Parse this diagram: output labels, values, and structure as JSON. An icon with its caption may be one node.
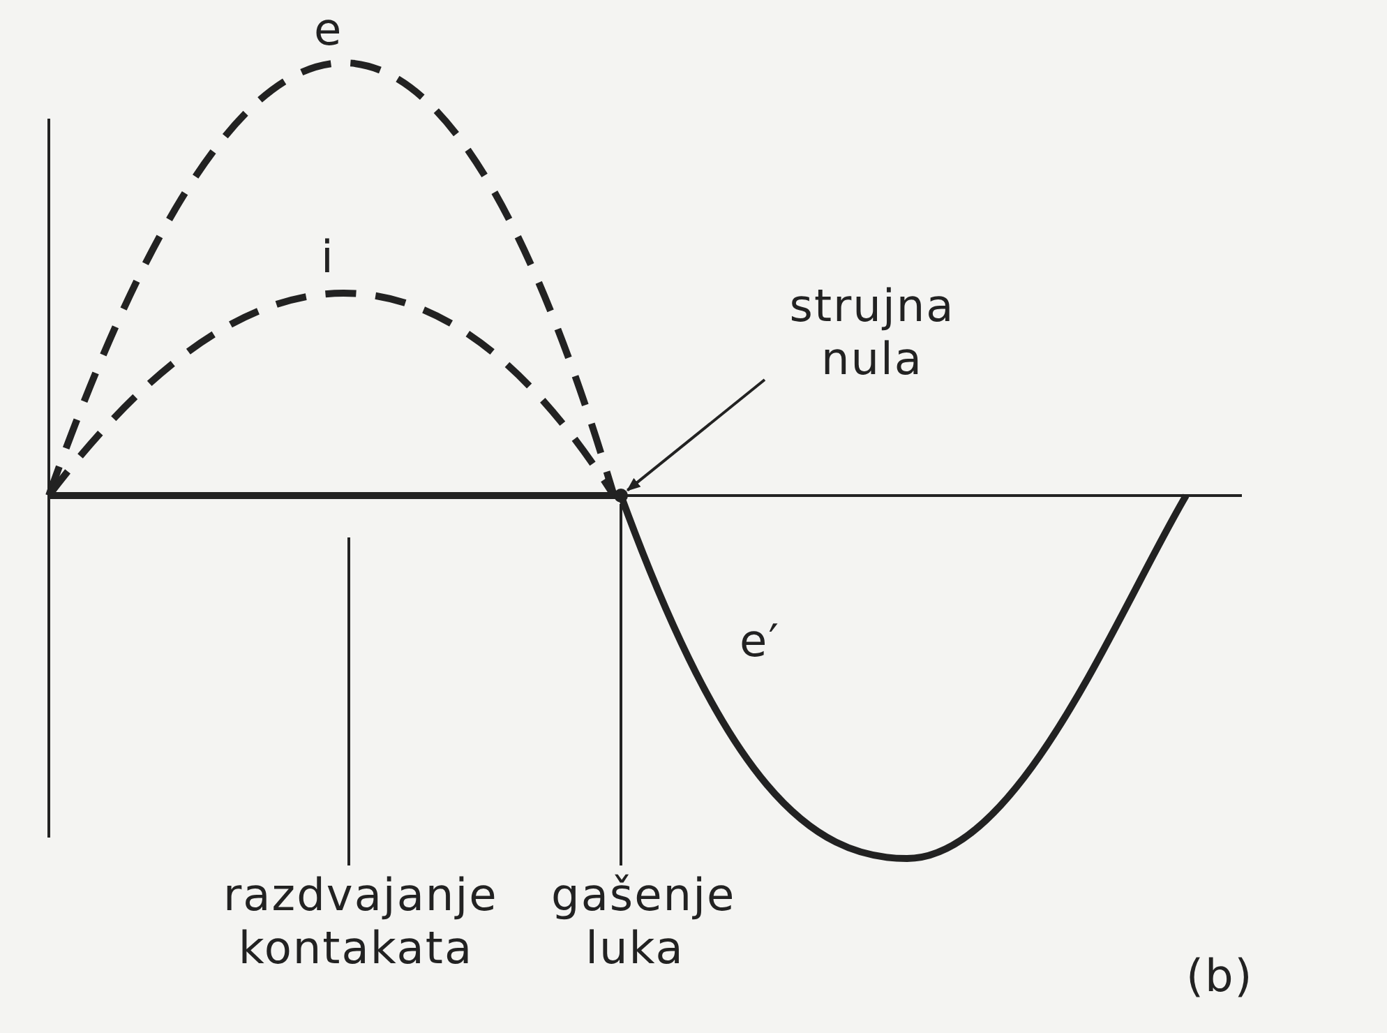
{
  "diagram": {
    "nodes": [
      {
        "text": [
          "strujna nula"
        ]
      },
      {
        "text": [
          "razdvajanje kontakata"
        ]
      },
      {
        "text": [
          "gašenje luka"
        ]
      },
      {
        "text": [],
        "shape": "point"
      }
    ],
    "edges": [
      {
        "from": 0,
        "to": 3,
        "arrow": "to"
      },
      {
        "from": 1,
        "to": null,
        "arrow": "none"
      },
      {
        "from": 2,
        "to": 3,
        "arrow": "none"
      }
    ],
    "labels": [
      "e",
      "i",
      "e′",
      "(b)"
    ]
  }
}
